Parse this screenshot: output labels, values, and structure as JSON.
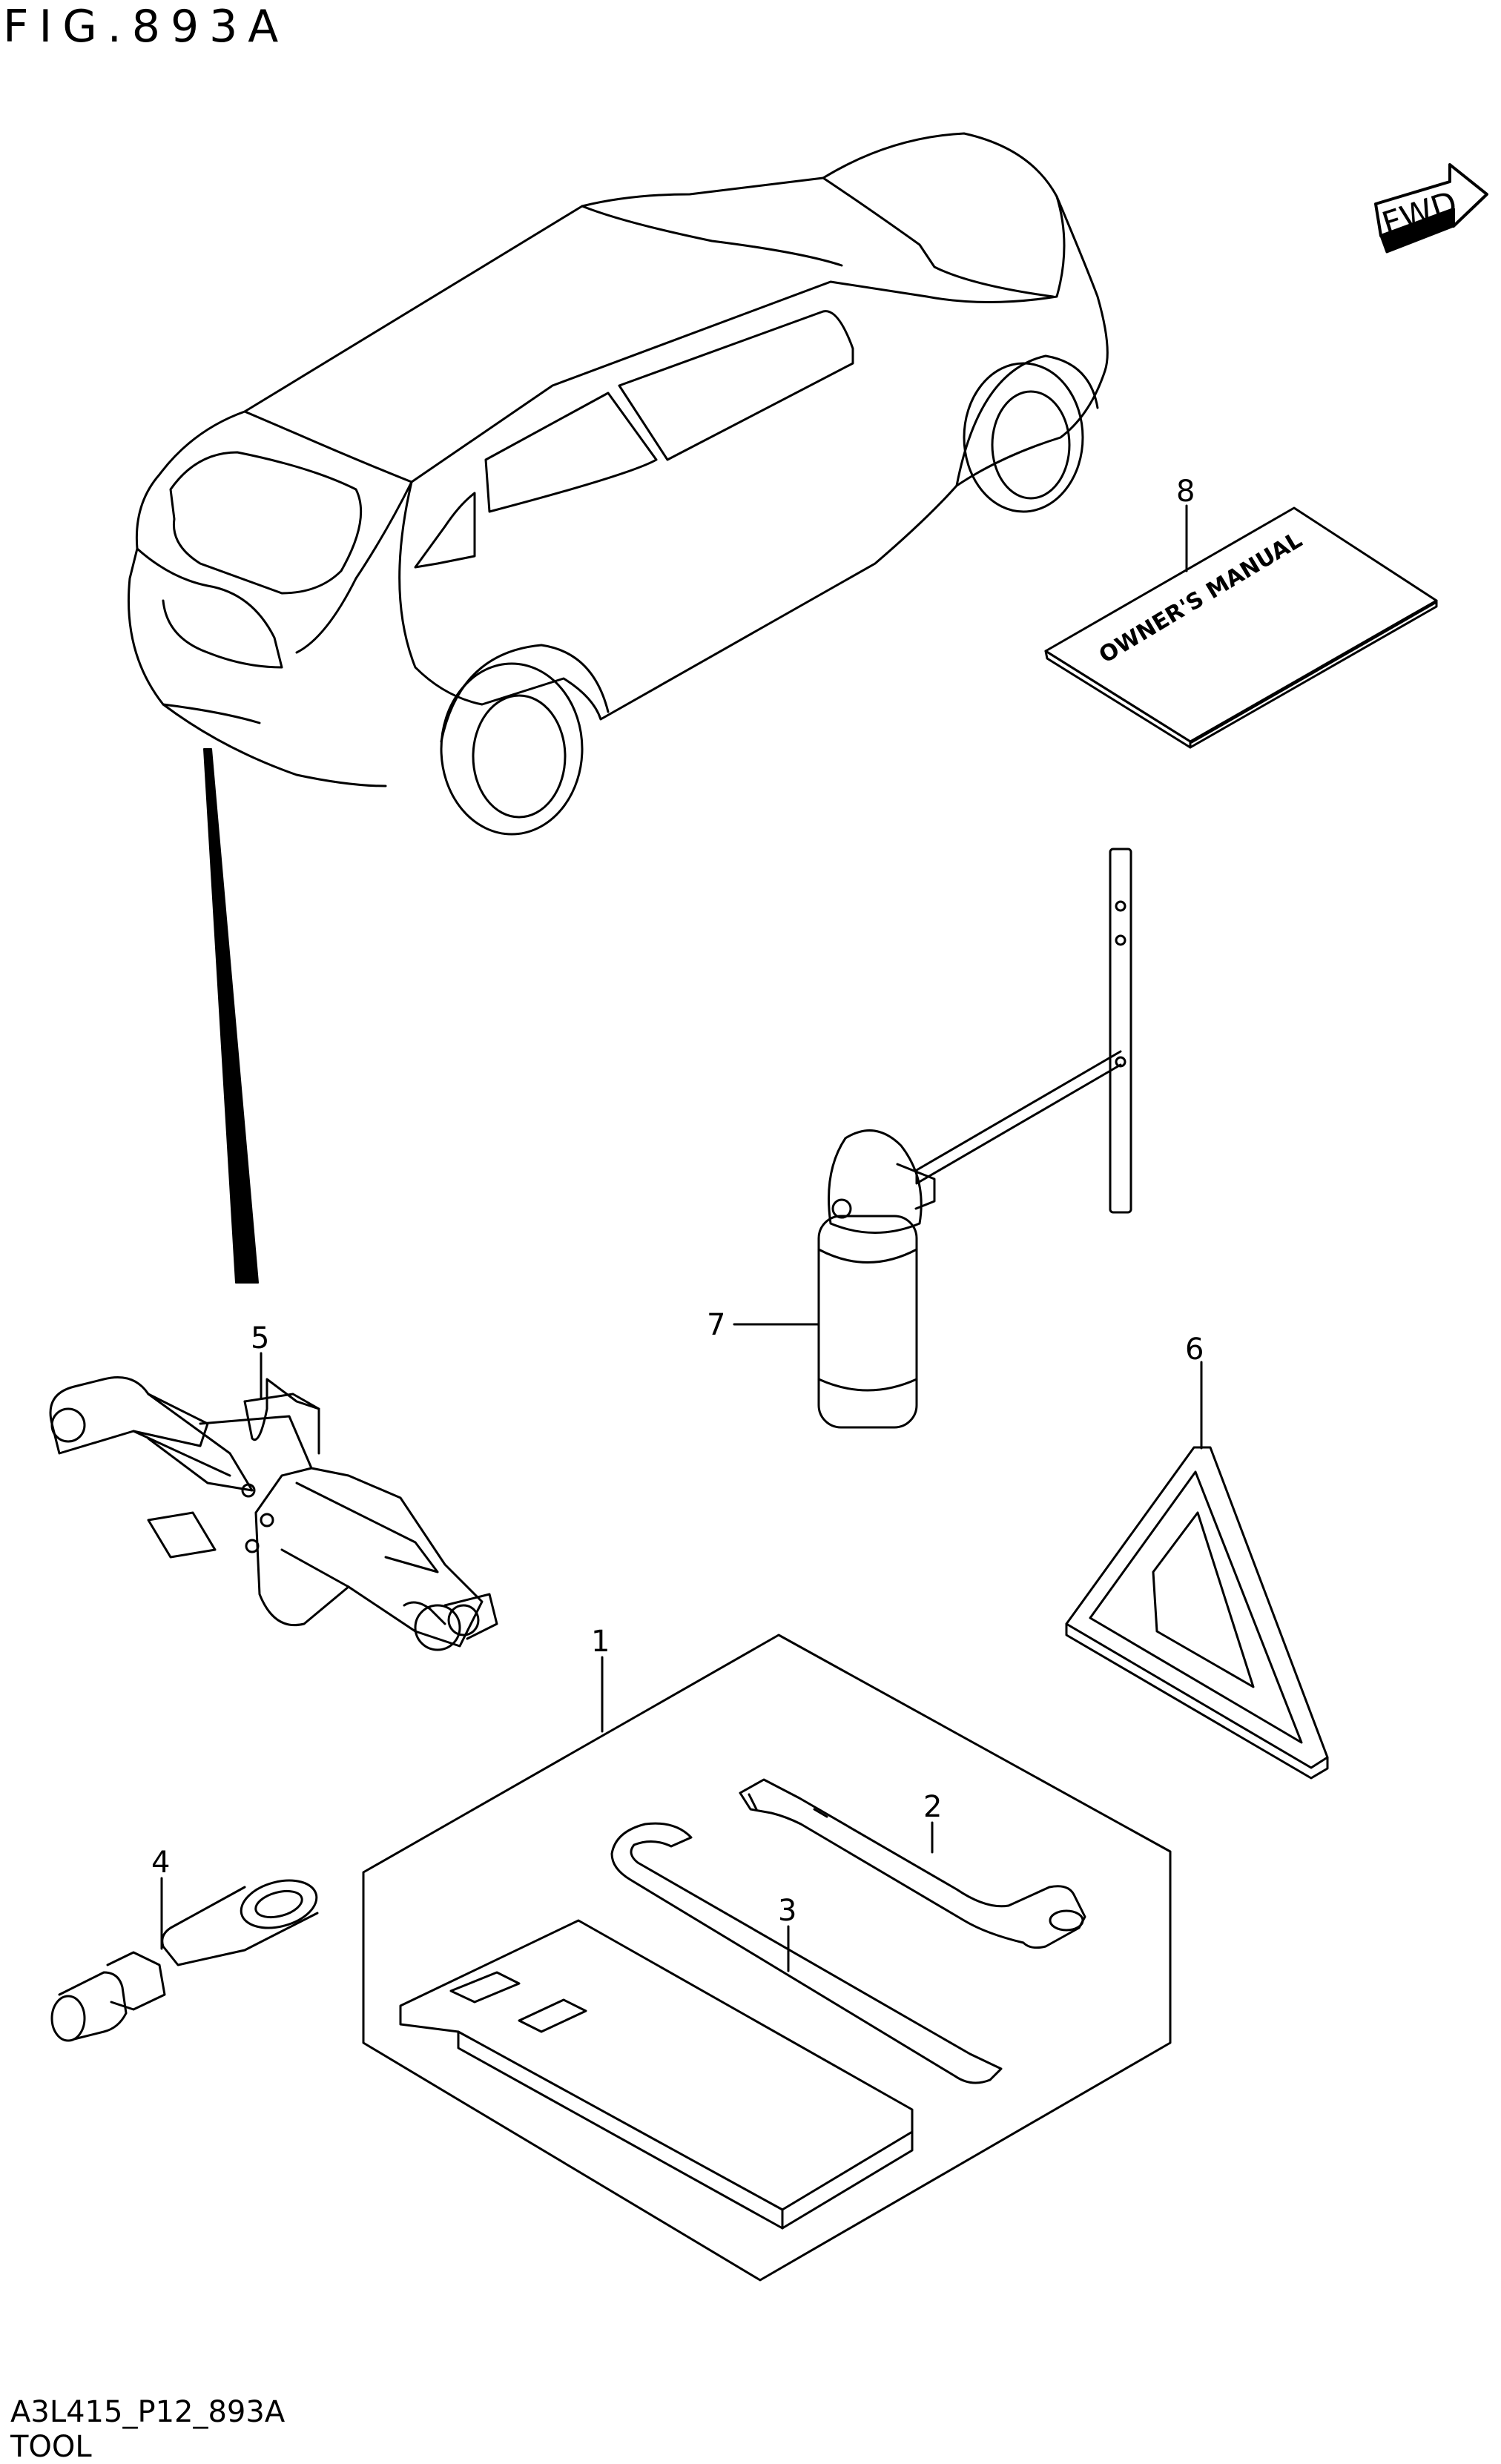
{
  "figure_title": "FIG.893A",
  "fwd_label": "FWD",
  "manual_text": "OWNER'S MANUAL",
  "callouts": [
    "1",
    "2",
    "3",
    "4",
    "5",
    "6",
    "7",
    "8"
  ],
  "drawing_code": "A3L415_P12_893A",
  "caption": "TOOL"
}
